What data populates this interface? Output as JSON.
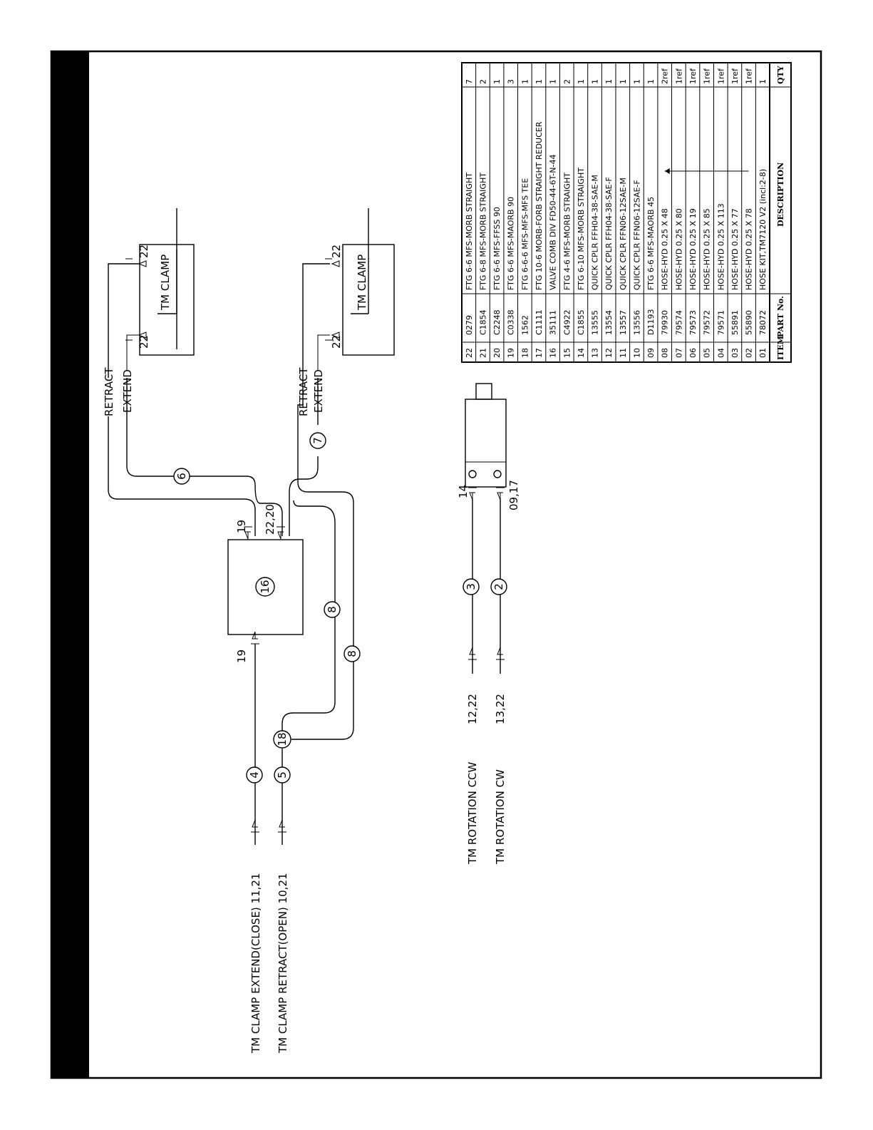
{
  "inputs": {
    "clamp_extend": "TM  CLAMP  EXTEND(CLOSE)  11,21",
    "clamp_retract": "TM  CLAMP  RETRACT(OPEN)  10,21",
    "rotation_ccw": "TM  ROTATION  CCW",
    "rotation_ccw_items": "12,22",
    "rotation_cw": "TM  ROTATION  CW",
    "rotation_cw_items": "13,22"
  },
  "bubbles": {
    "b4": "4",
    "b5": "5",
    "b18": "18",
    "b8a": "8",
    "b8b": "8",
    "b16": "16",
    "b6": "6",
    "b7": "7",
    "b3": "3",
    "b2": "2"
  },
  "callouts": {
    "div_in": "19",
    "div_out_extend": "19",
    "div_out_retract": "22,20",
    "motor_top": "14",
    "motor_bottom": "09,17",
    "clamp1_left": "22",
    "clamp1_right": "22",
    "clamp2_left": "22",
    "clamp2_right": "22"
  },
  "cylinders": {
    "top": "TM  CLAMP",
    "bottom": "TM  CLAMP"
  },
  "port_labels": {
    "retract1": "RETRACT",
    "extend1": "EXTEND",
    "retract2": "RETRACT",
    "extend2": "EXTEND"
  },
  "bom": {
    "headers": {
      "item": "ITEM",
      "part": "PART No.",
      "desc": "DESCRIPTION",
      "qty": "QTY"
    },
    "rows": [
      {
        "item": "22",
        "part": "0279",
        "desc": "FTG  6-6  MFS-MORB  STRAIGHT",
        "qty": "7"
      },
      {
        "item": "21",
        "part": "C1854",
        "desc": "FTG  6-8  MFS-MORB  STRAIGHT",
        "qty": "2"
      },
      {
        "item": "20",
        "part": "C2248",
        "desc": "FTG  6-6  MFS-FFSS  90",
        "qty": "1"
      },
      {
        "item": "19",
        "part": "C0338",
        "desc": "FTG  6-6  MFS-MAORB  90",
        "qty": "3"
      },
      {
        "item": "18",
        "part": "1562",
        "desc": "FTG  6-6-6  MFS-MFS-MFS  TEE",
        "qty": "1"
      },
      {
        "item": "17",
        "part": "C1111",
        "desc": "FTG  10-6  MORB-FORB  STRAIGHT  REDUCER",
        "qty": "1"
      },
      {
        "item": "16",
        "part": "35111",
        "desc": "VALVE  COMB  DIV  FD50-44-6T-N-44",
        "qty": "1"
      },
      {
        "item": "15",
        "part": "C4922",
        "desc": "FTG  4-6  MFS-MORB  STRAIGHT",
        "qty": "2"
      },
      {
        "item": "14",
        "part": "C1855",
        "desc": "FTG  6-10  MFS-MORB  STRAIGHT",
        "qty": "1"
      },
      {
        "item": "13",
        "part": "13555",
        "desc": "QUICK  CPLR  FFH04-38-SAE-M",
        "qty": "1"
      },
      {
        "item": "12",
        "part": "13554",
        "desc": "QUICK  CPLR  FFH04-38-SAE-F",
        "qty": "1"
      },
      {
        "item": "11",
        "part": "13557",
        "desc": "QUICK  CPLR  FFN06-12SAE-M",
        "qty": "1"
      },
      {
        "item": "10",
        "part": "13556",
        "desc": "QUICK  CPLR  FFN06-12SAE-F",
        "qty": "1"
      },
      {
        "item": "09",
        "part": "D1193",
        "desc": "FTG  6-6  MFS-MAORB  45",
        "qty": "1"
      },
      {
        "item": "08",
        "part": "79930",
        "desc": "HOSE-HYD  0.25  X  48",
        "qty": "2ref"
      },
      {
        "item": "07",
        "part": "79574",
        "desc": "HOSE-HYD  0.25  X  80",
        "qty": "1ref"
      },
      {
        "item": "06",
        "part": "79573",
        "desc": "HOSE-HYD  0.25  X  19",
        "qty": "1ref"
      },
      {
        "item": "05",
        "part": "79572",
        "desc": "HOSE-HYD  0.25  X  85",
        "qty": "1ref"
      },
      {
        "item": "04",
        "part": "79571",
        "desc": "HOSE-HYD  0.25  X  113",
        "qty": "1ref"
      },
      {
        "item": "03",
        "part": "55891",
        "desc": "HOSE-HYD  0.25  X  77",
        "qty": "1ref"
      },
      {
        "item": "02",
        "part": "55890",
        "desc": "HOSE-HYD  0.25  X  78",
        "qty": "1ref"
      },
      {
        "item": "01",
        "part": "78072",
        "desc": "HOSE  KIT,TM7120  V2    (incl:2-8)",
        "qty": "1"
      }
    ]
  }
}
